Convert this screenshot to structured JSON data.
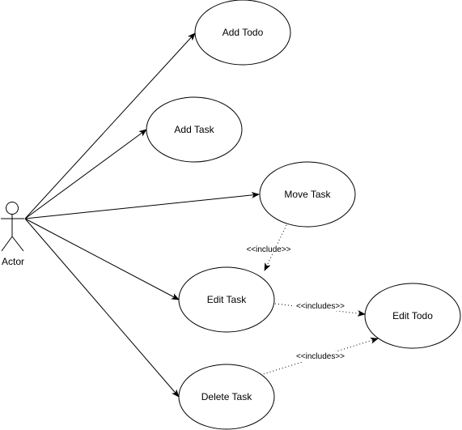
{
  "actor": {
    "label": "Actor"
  },
  "use_cases": {
    "add_todo": "Add Todo",
    "add_task": "Add Task",
    "move_task": "Move Task",
    "edit_task": "Edit Task",
    "edit_todo": "Edit Todo",
    "delete_task": "Delete Task"
  },
  "relations": {
    "move_edit": "<<include>>",
    "edit_edittodo": "<<includes>>",
    "delete_edittodo": "<<includes>>"
  }
}
